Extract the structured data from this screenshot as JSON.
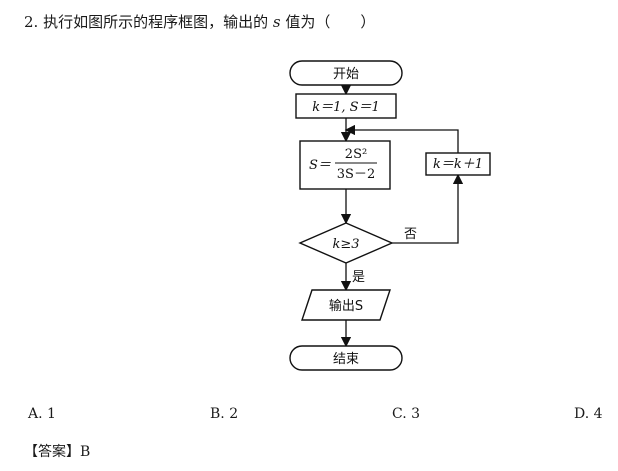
{
  "question": {
    "number": "2.",
    "text_before": "执行如图所示的程序框图，输出的",
    "variable": "s",
    "text_after": "值为（　　）"
  },
  "flowchart": {
    "start": "开始",
    "init": "k＝1, S＝1",
    "process_lhs": "S＝",
    "process_numerator": "2S²",
    "process_denominator": "3S－2",
    "increment": "k＝k＋1",
    "decision": "k≥3",
    "label_no": "否",
    "label_yes": "是",
    "output": "输出S",
    "end": "结束"
  },
  "options": [
    {
      "label": "A. 1"
    },
    {
      "label": "B. 2"
    },
    {
      "label": "C. 3"
    },
    {
      "label": "D. 4"
    }
  ],
  "answer": "【答案】B"
}
